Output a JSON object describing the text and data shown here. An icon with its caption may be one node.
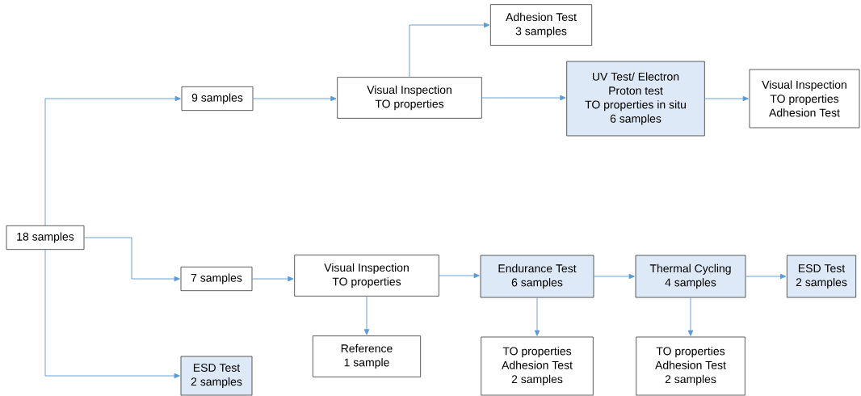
{
  "diagram": {
    "nodes": [
      {
        "text": [
          "18 samples"
        ]
      },
      {
        "text": [
          "9 samples"
        ]
      },
      {
        "text": [
          "Visual Inspection",
          "TO properties"
        ]
      },
      {
        "text": [
          "Adhesion Test",
          "3 samples"
        ]
      },
      {
        "text": [
          "UV Test/ Electron",
          "Proton test",
          "TO properties in situ",
          "6 samples"
        ]
      },
      {
        "text": [
          "Visual Inspection",
          "TO properties",
          "Adhesion Test"
        ]
      },
      {
        "text": [
          "7 samples"
        ]
      },
      {
        "text": [
          "Visual Inspection",
          "TO properties"
        ]
      },
      {
        "text": [
          "Reference",
          "1 sample"
        ]
      },
      {
        "text": [
          "ESD Test",
          "2 samples"
        ]
      },
      {
        "text": [
          "Endurance Test",
          "6 samples"
        ]
      },
      {
        "text": [
          "TO properties",
          "Adhesion Test",
          "2 samples"
        ]
      },
      {
        "text": [
          "Thermal Cycling",
          "4 samples"
        ]
      },
      {
        "text": [
          "TO properties",
          "Adhesion Test",
          "2 samples"
        ]
      },
      {
        "text": [
          "ESD Test",
          "2 samples"
        ]
      }
    ],
    "edges": [
      {
        "from": 0,
        "to": 1,
        "arrow": "to"
      },
      {
        "from": 0,
        "to": 6,
        "arrow": "to"
      },
      {
        "from": 0,
        "to": 9,
        "arrow": "to"
      },
      {
        "from": 1,
        "to": 2,
        "arrow": "to"
      },
      {
        "from": 2,
        "to": 3,
        "arrow": "to"
      },
      {
        "from": 2,
        "to": 4,
        "arrow": "to"
      },
      {
        "from": 4,
        "to": 5,
        "arrow": "to"
      },
      {
        "from": 6,
        "to": 7,
        "arrow": "to"
      },
      {
        "from": 7,
        "to": 8,
        "arrow": "to"
      },
      {
        "from": 7,
        "to": 10,
        "arrow": "to"
      },
      {
        "from": 10,
        "to": 11,
        "arrow": "to"
      },
      {
        "from": 10,
        "to": 12,
        "arrow": "to"
      },
      {
        "from": 12,
        "to": 13,
        "arrow": "to"
      },
      {
        "from": 12,
        "to": 14,
        "arrow": "to"
      }
    ]
  }
}
